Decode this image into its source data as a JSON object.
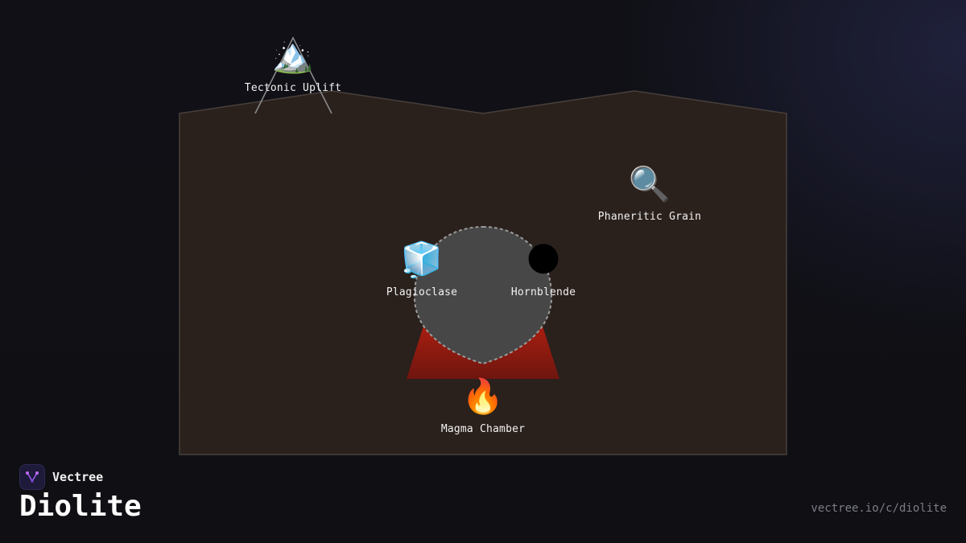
{
  "diagram": {
    "nodes": [
      {
        "id": "tectonic-uplift",
        "label": "Tectonic Uplift",
        "icon": "mountain-icon",
        "glyph": "🏔️"
      },
      {
        "id": "phaneritic-grain",
        "label": "Phaneritic Grain",
        "icon": "magnifier-icon",
        "glyph": "🔍"
      },
      {
        "id": "plagioclase",
        "label": "Plagioclase",
        "icon": "ice-cube-icon",
        "glyph": "🧊"
      },
      {
        "id": "hornblende",
        "label": "Hornblende",
        "icon": "dark-moon-icon",
        "glyph": "🌑"
      },
      {
        "id": "magma-chamber",
        "label": "Magma Chamber",
        "icon": "fire-icon",
        "glyph": "🔥"
      }
    ]
  },
  "colors": {
    "background": "#0f0f14",
    "crust": "#2a201c",
    "pluton": "#474747",
    "magma": "#8b1a10",
    "label": "#f2f2f2"
  },
  "footer": {
    "brand_name": "Vectree",
    "title": "Diolite",
    "url": "vectree.io/c/diolite"
  }
}
